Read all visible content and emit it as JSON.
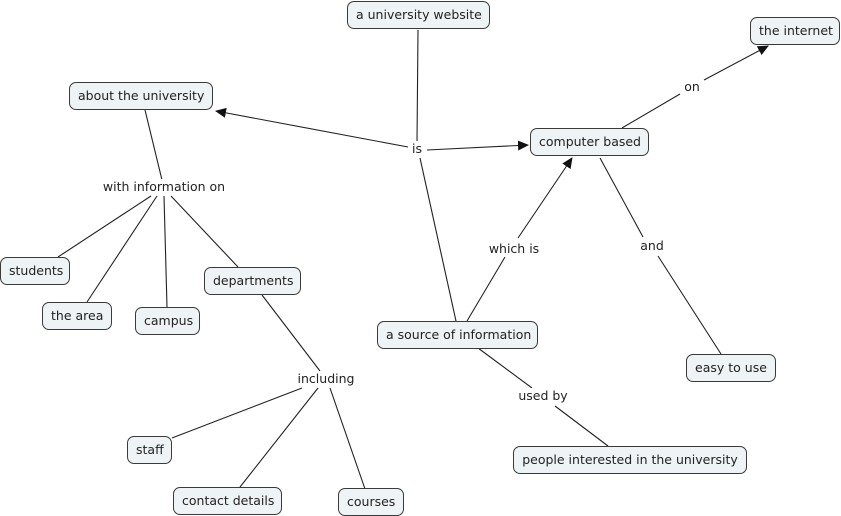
{
  "concepts": {
    "website": "a university website",
    "about": "about the university",
    "internet": "the internet",
    "computer": "computer based",
    "students": "students",
    "area": "the area",
    "campus": "campus",
    "departments": "departments",
    "source": "a source of information",
    "easy": "easy to use",
    "staff": "staff",
    "contact": "contact details",
    "courses": "courses",
    "people": "people interested in the university"
  },
  "links": {
    "is": "is",
    "with_info": "with information on",
    "on": "on",
    "which_is": "which is",
    "and": "and",
    "including": "including",
    "used_by": "used by"
  },
  "colors": {
    "node_fill": "#eef3f5",
    "node_border": "#3a3a3a",
    "line": "#222222"
  }
}
